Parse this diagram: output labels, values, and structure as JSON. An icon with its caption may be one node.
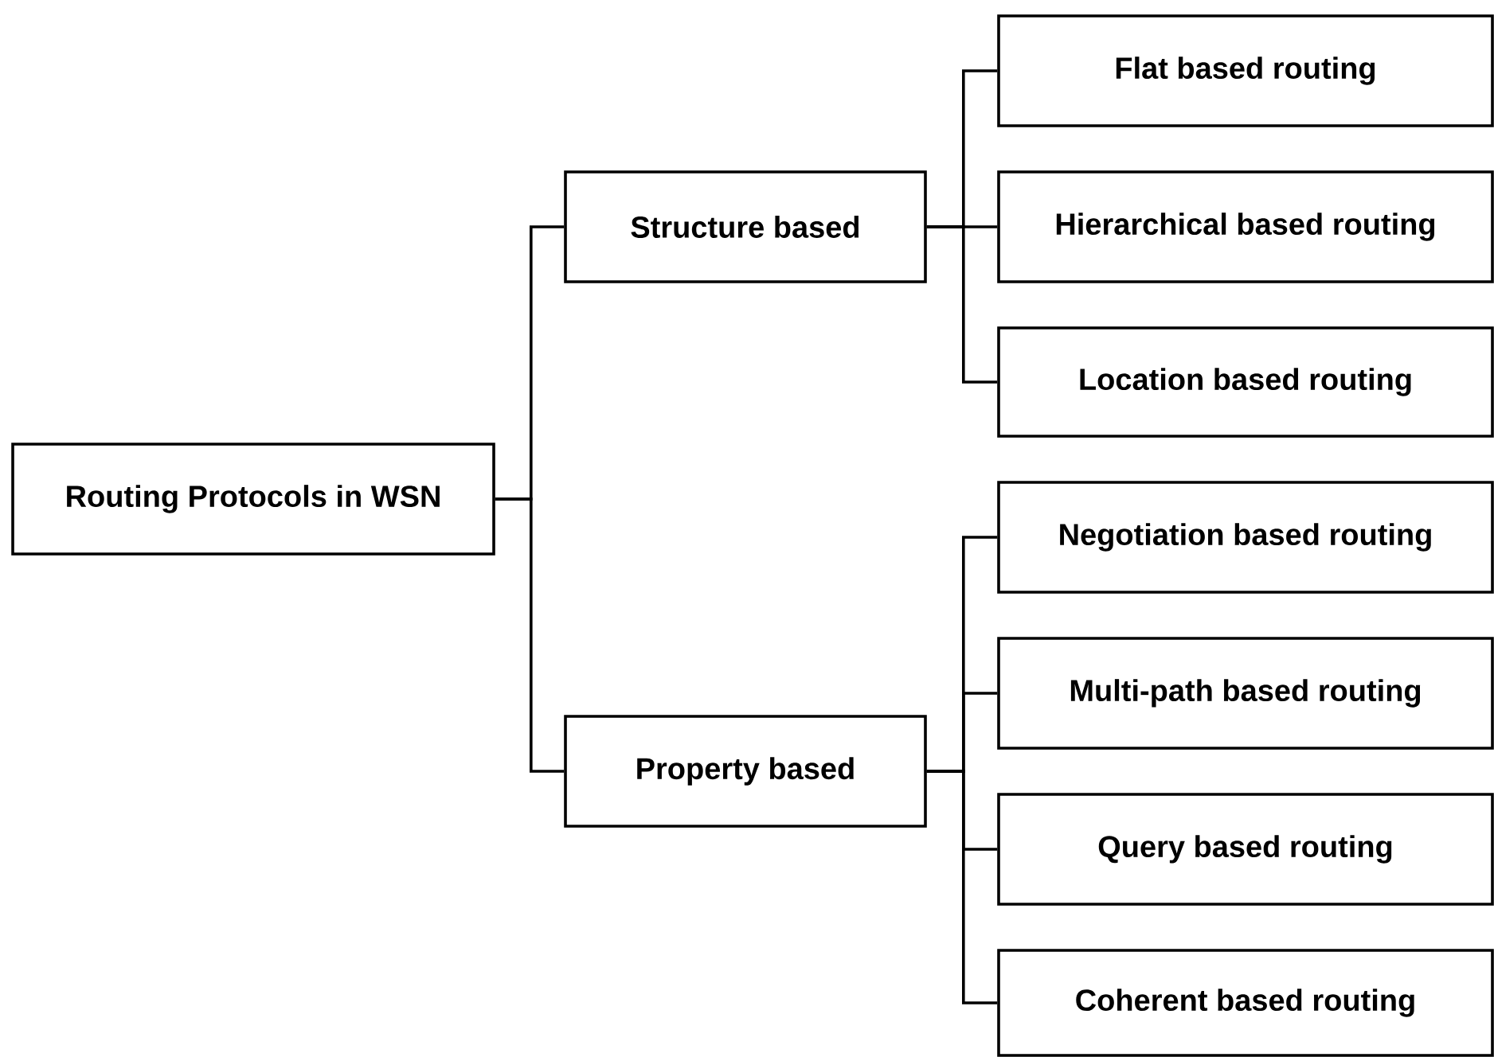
{
  "diagram": {
    "nodes": [
      {
        "text": [
          "Routing Protocols in WSN"
        ]
      },
      {
        "text": [
          "Structure based"
        ]
      },
      {
        "text": [
          "Property based"
        ]
      },
      {
        "text": [
          "Flat based routing"
        ]
      },
      {
        "text": [
          "Hierarchical based routing"
        ]
      },
      {
        "text": [
          "Location based routing"
        ]
      },
      {
        "text": [
          "Negotiation based routing"
        ]
      },
      {
        "text": [
          "Multi-path based routing"
        ]
      },
      {
        "text": [
          "Query based routing"
        ]
      },
      {
        "text": [
          "Coherent based routing"
        ]
      }
    ],
    "edges": [
      {
        "from": 0,
        "to": 1,
        "arrow": "none"
      },
      {
        "from": 0,
        "to": 2,
        "arrow": "none"
      },
      {
        "from": 1,
        "to": 3,
        "arrow": "none"
      },
      {
        "from": 1,
        "to": 4,
        "arrow": "none"
      },
      {
        "from": 1,
        "to": 5,
        "arrow": "none"
      },
      {
        "from": 2,
        "to": 6,
        "arrow": "none"
      },
      {
        "from": 2,
        "to": 7,
        "arrow": "none"
      },
      {
        "from": 2,
        "to": 8,
        "arrow": "none"
      },
      {
        "from": 2,
        "to": 9,
        "arrow": "none"
      }
    ]
  }
}
